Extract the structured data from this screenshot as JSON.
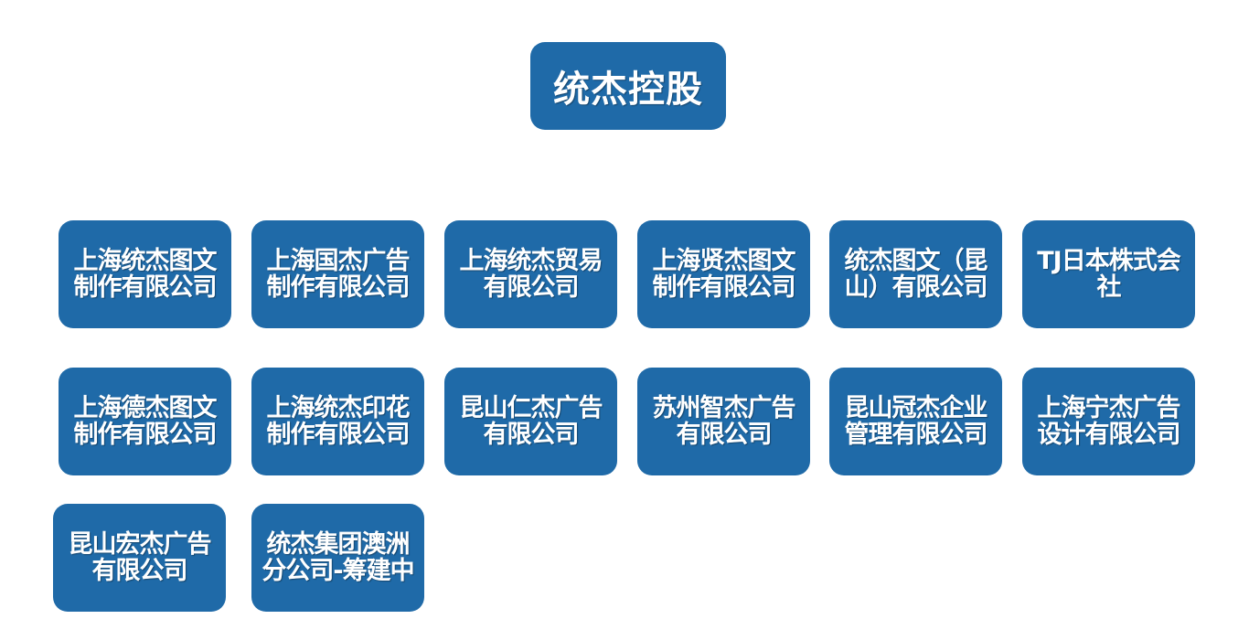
{
  "root": {
    "label": "统杰控股"
  },
  "companies": [
    {
      "line1": "上海统杰图文",
      "line2": "制作有限公司"
    },
    {
      "line1": "上海国杰广告",
      "line2": "制作有限公司"
    },
    {
      "line1": "上海统杰贸易",
      "line2": "有限公司"
    },
    {
      "line1": "上海贤杰图文",
      "line2": "制作有限公司"
    },
    {
      "line1": "统杰图文（昆",
      "line2": "山）有限公司"
    },
    {
      "line1": "TJ日本株式会",
      "line2": "社"
    },
    {
      "line1": "上海德杰图文",
      "line2": "制作有限公司"
    },
    {
      "line1": "上海统杰印花",
      "line2": "制作有限公司"
    },
    {
      "line1": "昆山仁杰广告",
      "line2": "有限公司"
    },
    {
      "line1": "苏州智杰广告",
      "line2": "有限公司"
    },
    {
      "line1": "昆山冠杰企业",
      "line2": "管理有限公司"
    },
    {
      "line1": "上海宁杰广告",
      "line2": "设计有限公司"
    },
    {
      "line1": "昆山宏杰广告",
      "line2": "有限公司"
    },
    {
      "line1": "统杰集团澳洲",
      "line2": "分公司-筹建中"
    }
  ],
  "colors": {
    "box_fill": "#1f6aa8",
    "text": "#ffffff",
    "background": "#ffffff"
  }
}
